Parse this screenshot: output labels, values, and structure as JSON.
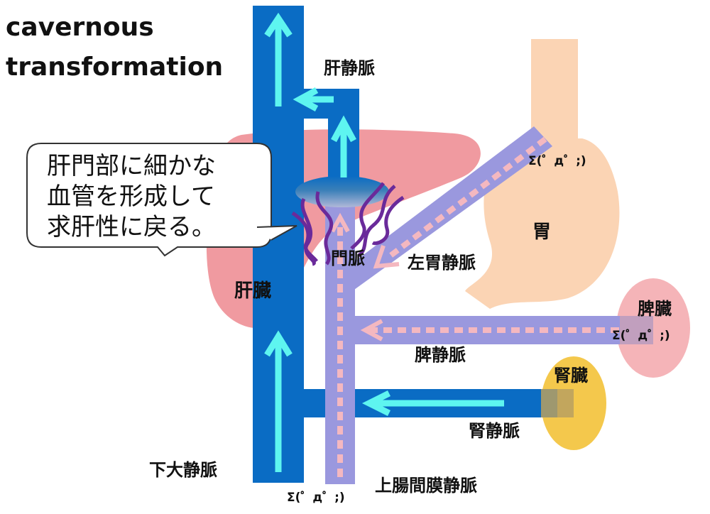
{
  "title": {
    "line1": "cavernous",
    "line2": "transformation"
  },
  "labels": {
    "hepatic_vein": "肝静脈",
    "liver": "肝臓",
    "portal_vein": "門脈",
    "left_gastric_vein": "左胃静脈",
    "stomach": "胃",
    "spleen": "脾臓",
    "splenic_vein": "脾静脈",
    "kidney": "腎臓",
    "renal_vein": "腎静脈",
    "ivc": "下大静脈",
    "smv": "上腸間膜静脈"
  },
  "bubble": {
    "line1": "肝門部に細かな",
    "line2": "血管を形成して",
    "line3": "求肝性に戻る。"
  },
  "faces": {
    "stomach_face": "Σ(゜д゜;)",
    "spleen_face": "Σ(゜д゜;)",
    "bottom_face": "Σ(゜д゜;)"
  },
  "colors": {
    "ivc_blue": "#0a6cc4",
    "arrow_cyan": "#5ef5f0",
    "portal_lavender": "#9a98de",
    "pink_dash": "#f4b8c0",
    "liver": "#f09aa0",
    "stomach": "#fbd4b4",
    "spleen": "#f5b4b8",
    "kidney": "#f4c84c",
    "cavernous_purple": "#6a2a9a"
  },
  "icons": {
    "flow_arrow": "arrow-icon",
    "reverse_flow": "dashed-arrow-icon"
  }
}
